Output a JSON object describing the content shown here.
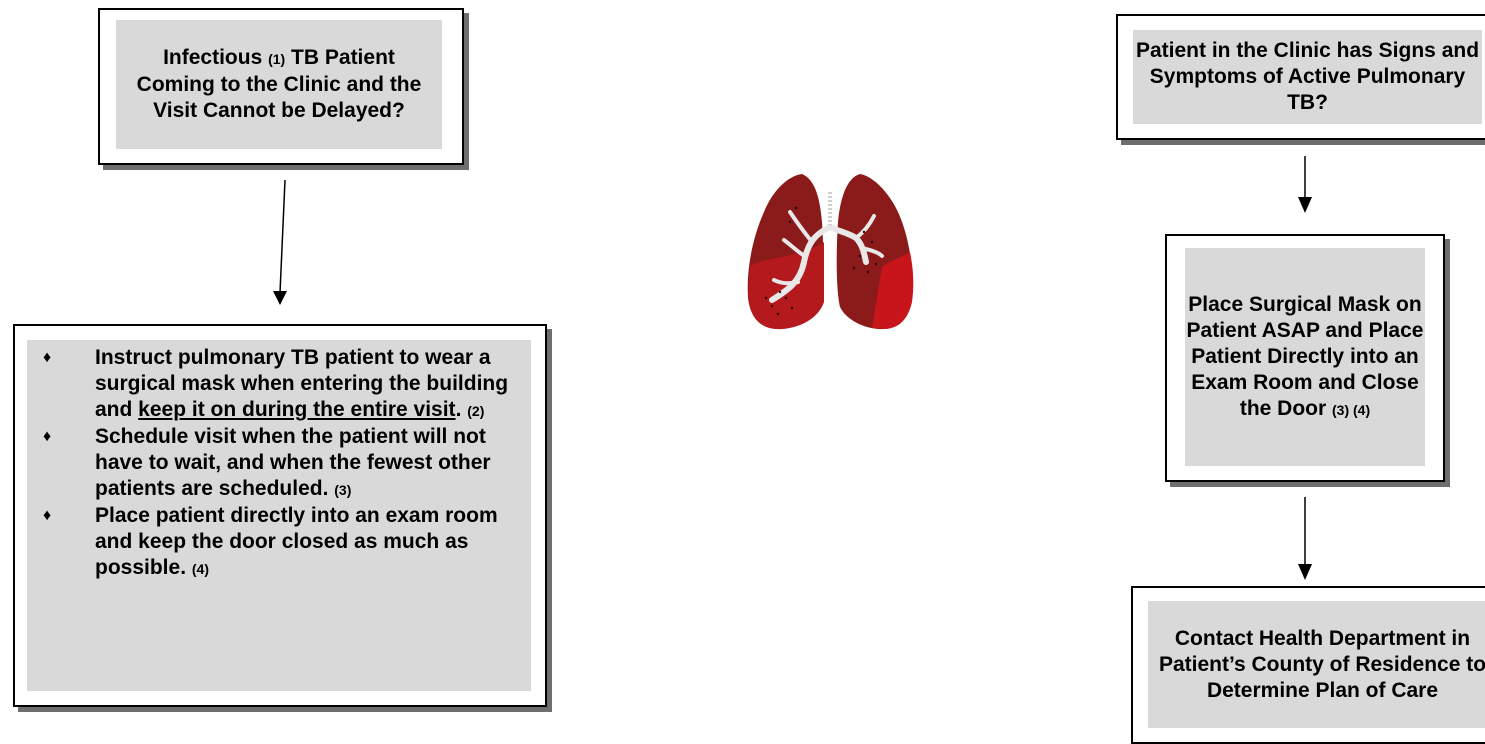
{
  "box1": {
    "text_a": "Infectious ",
    "ref": "(1)",
    "text_b": " TB Patient Coming to the Clinic and the Visit Cannot be Delayed?"
  },
  "box2": {
    "bullet_symbol": "♦",
    "b1_text": "Instruct pulmonary TB patient to wear a surgical mask when entering the building and ",
    "b1_underlined": "keep it on during the entire visit",
    "b1_after": ".",
    "b1_ref": "(2)",
    "b2_text": "Schedule visit when the patient will not have to wait, and when the fewest other patients are scheduled.",
    "b2_ref": "(3)",
    "b3_text": "Place patient directly into an exam room and keep the door closed as much as possible.",
    "b3_ref": "(4)"
  },
  "box3": {
    "text": "Patient in the Clinic has Signs and Symptoms of Active Pulmonary TB?"
  },
  "box4": {
    "text": "Place Surgical Mask on Patient ASAP and Place Patient Directly into an Exam Room and Close the Door",
    "ref": "(3) (4)"
  },
  "box5": {
    "text": "Contact Health Department in Patient’s County of Residence to Determine Plan of Care"
  },
  "colors": {
    "lung_dark": "#8b1a1a",
    "lung_light": "#c8151b",
    "bronchi": "#e8e8e8",
    "box_fill": "#d9d9d9",
    "shadow": "#6e6e6e"
  }
}
